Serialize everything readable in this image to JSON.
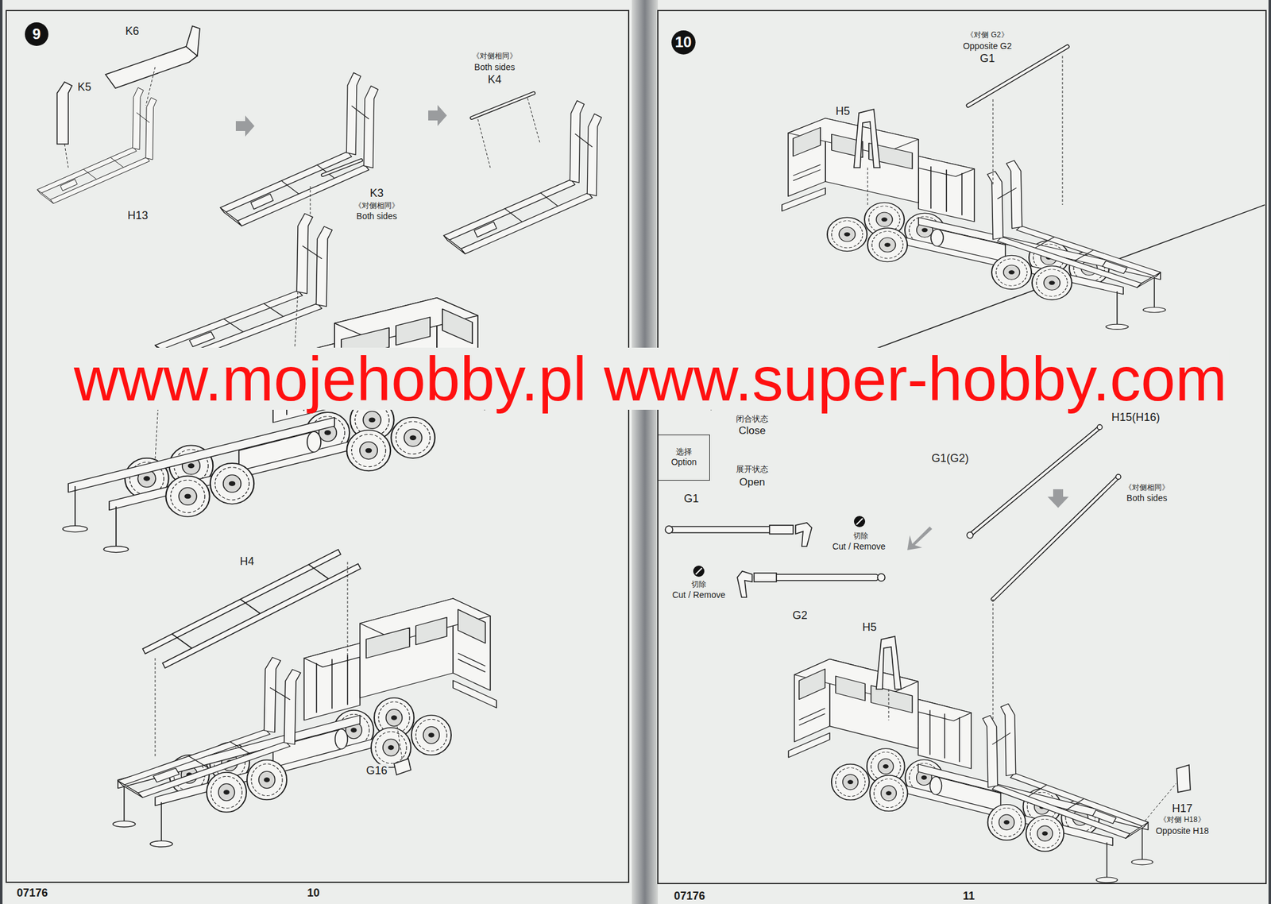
{
  "diagram": {
    "nodes": [
      {
        "text": [
          "9"
        ]
      },
      {
        "text": [
          "10"
        ]
      },
      {
        "text": [
          "选择",
          "Option"
        ]
      }
    ],
    "labels": [
      "K6",
      "K5",
      "H13",
      "《对侧相同》",
      "Both sides",
      "K4",
      "K3",
      "《对侧相同》",
      "Both sides",
      "H4",
      "G16",
      "07176",
      "10",
      "《对侧 G2》",
      "Opposite G2",
      "G1",
      "H5",
      "闭合状态",
      "Close",
      "展开状态",
      "Open",
      "www.mojehobby.pl www.super-hobby.com",
      "H15(H16)",
      "G1(G2)",
      "《对侧相同》",
      "Both sides",
      "G1",
      "切除",
      "Cut / Remove",
      "切除",
      "Cut / Remove",
      "G2",
      "H5",
      "H17",
      "《对侧 H18》",
      "Opposite H18",
      "07176",
      "11"
    ]
  }
}
